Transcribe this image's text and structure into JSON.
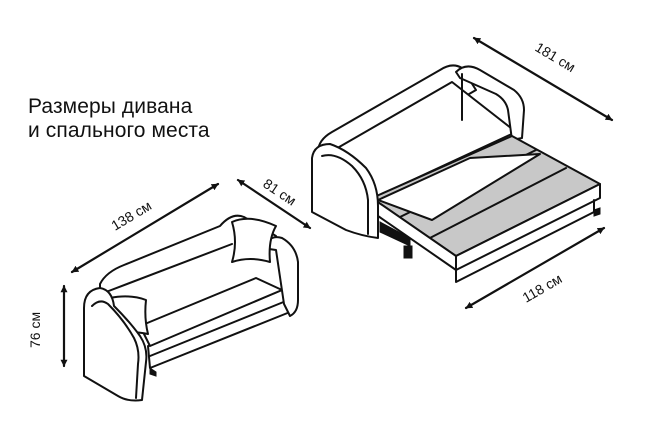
{
  "heading": {
    "line1": "Размеры дивана",
    "line2": "и спального места"
  },
  "dimensions": {
    "folded_width": "138 см",
    "folded_height": "76 см",
    "depth": "81 см",
    "sleep_length": "181 см",
    "sleep_width": "118 см"
  },
  "colors": {
    "line": "#111111",
    "mattress_fill": "#c8c8c8",
    "background": "#ffffff"
  }
}
